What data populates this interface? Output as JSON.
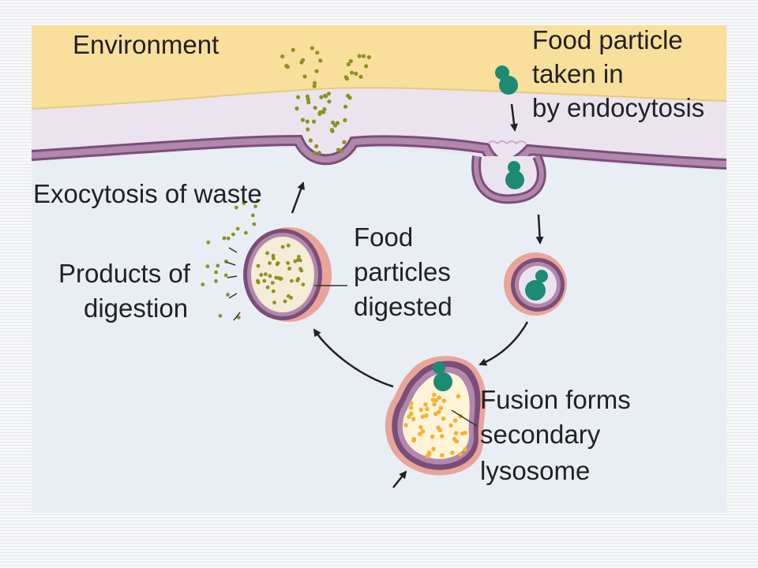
{
  "diagram": {
    "labels": {
      "environment": "Environment",
      "food_particle_line1": "Food particle",
      "food_particle_line2": "taken in",
      "food_particle_line3": "by endocytosis",
      "exocytosis": "Exocytosis of waste",
      "products_line1": "Products of",
      "products_line2": "digestion",
      "digested_line1": "Food",
      "digested_line2": "particles",
      "digested_line3": "digested",
      "fusion_line1": "Fusion forms",
      "fusion_line2": "secondary",
      "fusion_line3": "lysosome"
    },
    "colors": {
      "environment": "#f9df9c",
      "membrane": "#b287ac",
      "cytoplasm_border": "#ebe4ef",
      "cytoplasm": "#e9eef5",
      "vesicle_outer": "#7a4e78",
      "lysosome_rim": "#e9a59a",
      "food_particle": "#1d8a73",
      "waste_dots": "#8c931e",
      "enzyme_dots": "#f2b336"
    }
  }
}
